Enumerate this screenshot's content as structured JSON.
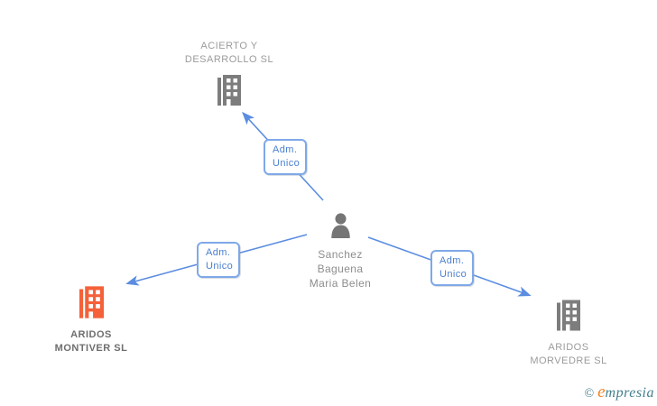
{
  "diagram": {
    "person": {
      "name_lines": [
        "Sanchez",
        "Baguena",
        "Maria Belen"
      ]
    },
    "companies": [
      {
        "id": "acierto-y-desarrollo",
        "name_lines": [
          "ACIERTO Y",
          "DESARROLLO SL"
        ],
        "highlighted": false
      },
      {
        "id": "aridos-montiver",
        "name_lines": [
          "ARIDOS",
          "MONTIVER SL"
        ],
        "highlighted": true
      },
      {
        "id": "aridos-morvedre",
        "name_lines": [
          "ARIDOS",
          "MORVEDRE SL"
        ],
        "highlighted": false
      }
    ],
    "relations": [
      {
        "from": "person",
        "to": "acierto-y-desarrollo",
        "label_lines": [
          "Adm.",
          "Unico"
        ]
      },
      {
        "from": "person",
        "to": "aridos-montiver",
        "label_lines": [
          "Adm.",
          "Unico"
        ]
      },
      {
        "from": "person",
        "to": "aridos-morvedre",
        "label_lines": [
          "Adm.",
          "Unico"
        ]
      }
    ],
    "colors": {
      "edge_blue": "#5b8de0",
      "box_border_blue": "#7fa8e8",
      "box_text_blue": "#4a7fd0",
      "company_gray": "#7d7d7d",
      "company_highlight_orange": "#f4613a",
      "person_gray": "#757575",
      "label_gray": "#9b9b9b",
      "label_bold_gray": "#6e6e6e"
    }
  },
  "footer": {
    "copyright_symbol": "©",
    "brand_initial": "e",
    "brand_rest": "mpresia"
  }
}
